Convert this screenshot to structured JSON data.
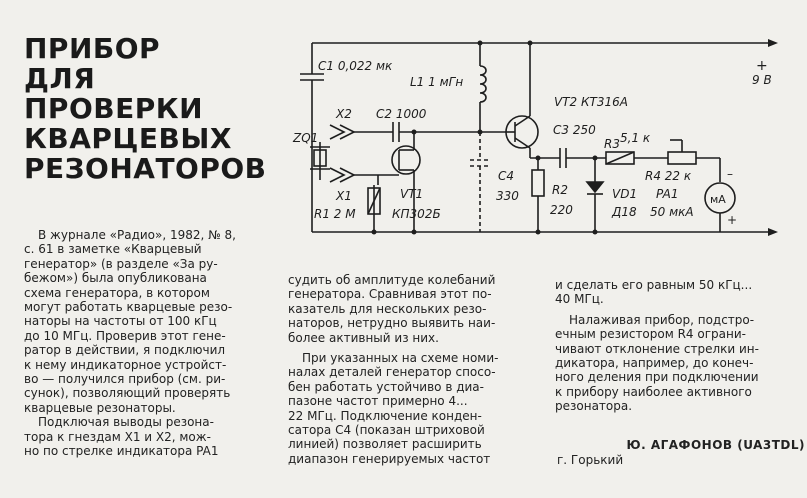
{
  "title_lines": [
    "ПРИБОР",
    "ДЛЯ",
    "ПРОВЕРКИ",
    "КВАРЦЕВЫХ",
    "РЕЗОНАТОРОВ"
  ],
  "schematic": {
    "c1": "C1  0,022 мк",
    "l1": "L1  1 мГн",
    "x2": "X2",
    "c2": "C2  1000",
    "zq1": "ZQ1",
    "x1": "X1",
    "r1": "R1  2 M",
    "vt1": "VT1",
    "vt1_type": "КП302Б",
    "c4": "C4",
    "c4_val": "330",
    "vt2": "VT2  КТ316А",
    "c3": "C3  250",
    "r3": "R3",
    "r3_val": "5,1 к",
    "r2": "R2",
    "r2_val": "220",
    "vd1": "VD1",
    "vd1_type": "Д18",
    "r4": "R4  22 к",
    "pa1": "PA1",
    "pa1_val": "50 мкА",
    "ma": "мА",
    "plus9v": "+",
    "v9": "9 В",
    "minus": "–",
    "plus": "+"
  },
  "col1": [
    "В журнале «Радио», 1982, № 8,",
    "с. 61 в заметке «Кварцевый",
    "генератор» (в разделе «За ру-",
    "бежом») была опубликована",
    "схема генератора, в котором",
    "могут работать кварцевые резо-",
    "наторы на частоты от 100 кГц",
    "до 10 МГц. Проверив этот гене-",
    "ратор в действии, я подключил",
    "к нему индикаторное устройст-",
    "во — получился прибор (см. ри-",
    "сунок), позволяющий проверять",
    "кварцевые резонаторы."
  ],
  "col1b": [
    "Подключая выводы резона-",
    "тора к гнездам X1 и X2, мож-",
    "но по стрелке индикатора PA1"
  ],
  "col2": [
    "судить об амплитуде колебаний",
    "генератора. Сравнивая этот по-",
    "казатель для нескольких резо-",
    "наторов, нетрудно выявить наи-",
    "более активный из них."
  ],
  "col2b": [
    "При указанных на схеме номи-",
    "налах деталей генератор спосо-",
    "бен работать устойчиво в диа-",
    "пазоне частот примерно 4...",
    "22 МГц. Подключение конден-",
    "сатора C4 (показан штриховой",
    "линией) позволяет расширить",
    "диапазон генерируемых частот"
  ],
  "col3": [
    "и сделать его равным 50 кГц...",
    "40 МГц."
  ],
  "col3b": [
    "Налаживая прибор, подстро-",
    "ечным резистором R4 ограни-",
    "чивают отклонение стрелки ин-",
    "дикатора, например, до конеч-",
    "ного деления при подключении",
    "к прибору наиболее активного",
    "резонатора."
  ],
  "author": "Ю. АГАФОНОВ (UA3TDL)",
  "city": "г. Горький"
}
